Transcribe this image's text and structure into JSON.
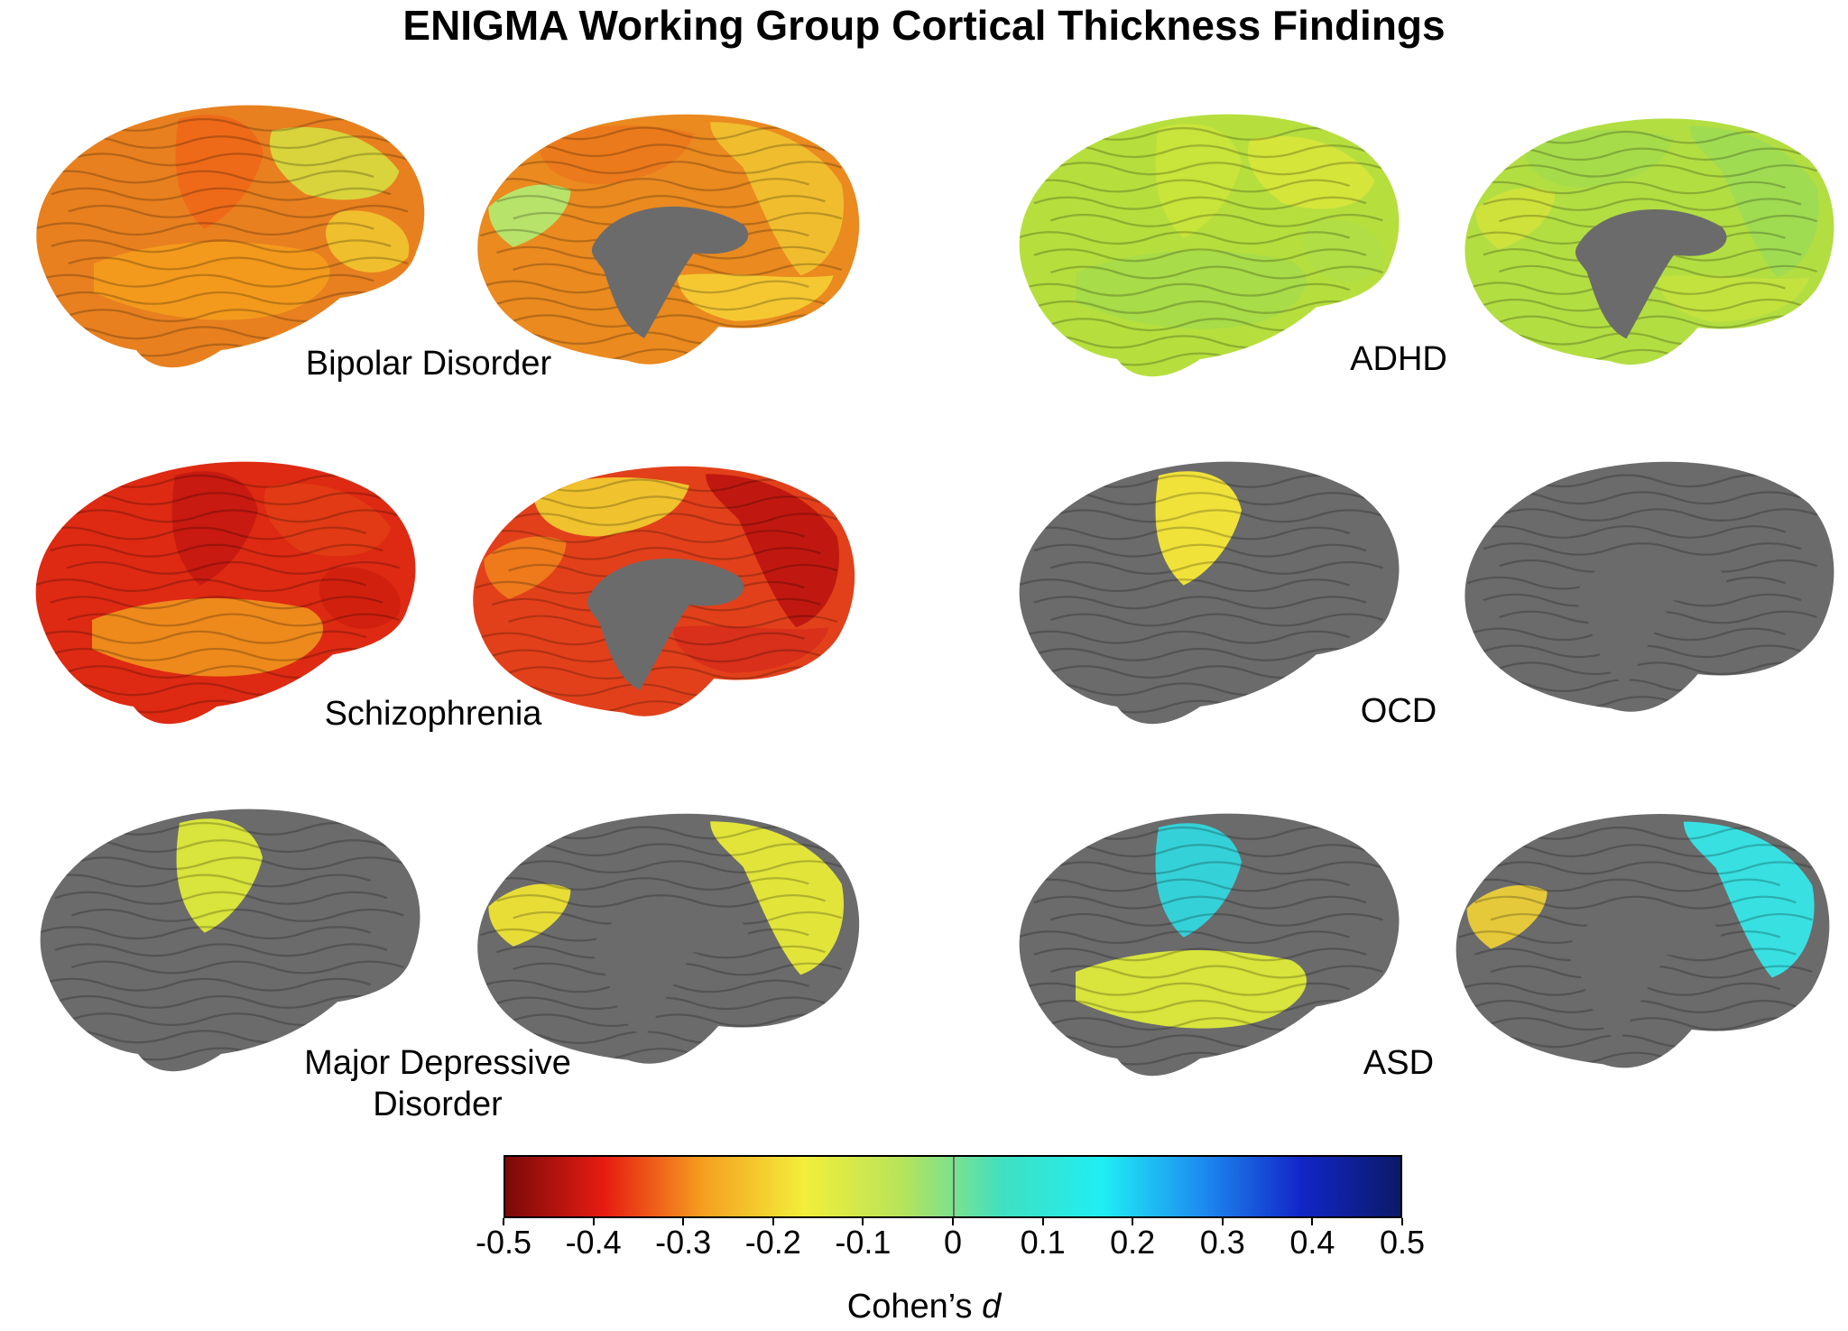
{
  "title": "ENIGMA Working Group Cortical Thickness Findings",
  "panels": [
    {
      "label": "Bipolar Disorder",
      "lateral": {
        "base": "#e8801f",
        "regions": [
          "#ee6a18",
          "#f39a1c",
          "#d9d43b",
          "#f0bf2d"
        ]
      },
      "medial": {
        "base": "#ea8a1f",
        "regions": [
          "#f0bd2e",
          "#b8e36a",
          "#eb7a1c",
          "#f5c832"
        ]
      }
    },
    {
      "label": "ADHD",
      "lateral": {
        "base": "#b6df3e",
        "regions": [
          "#c9e43a",
          "#a8dc48",
          "#d6e53a",
          "#b0de44"
        ]
      },
      "medial": {
        "base": "#b3de42",
        "regions": [
          "#9fdc52",
          "#cfe23b",
          "#a6dc4a",
          "#c4e23e"
        ]
      }
    },
    {
      "label": "Schizophrenia",
      "lateral": {
        "base": "#de2a12",
        "regions": [
          "#c81a10",
          "#ee8a1c",
          "#e13a14",
          "#d2200f"
        ]
      },
      "medial": {
        "base": "#e2401a",
        "regions": [
          "#c01810",
          "#ee7a1c",
          "#f0c22e",
          "#d8301a"
        ]
      }
    },
    {
      "label": "OCD",
      "lateral": {
        "base": "#6b6b6b",
        "regions": [
          "#f1e23a"
        ]
      },
      "medial": {
        "base": "#6b6b6b",
        "regions": []
      }
    },
    {
      "label": "Major Depressive\nDisorder",
      "lateral": {
        "base": "#6b6b6b",
        "regions": [
          "#d9e43c"
        ]
      },
      "medial": {
        "base": "#6b6b6b",
        "regions": [
          "#e2e43a",
          "#e8dd36"
        ]
      }
    },
    {
      "label": "ASD",
      "lateral": {
        "base": "#6b6b6b",
        "regions": [
          "#35d1d8",
          "#d9e43c"
        ]
      },
      "medial": {
        "base": "#6b6b6b",
        "regions": [
          "#38e0e2",
          "#e6c93a"
        ]
      }
    }
  ],
  "colorbar": {
    "min": -0.5,
    "max": 0.5,
    "colors": [
      "#7a0a0a",
      "#e81c12",
      "#f5a020",
      "#f3ee3a",
      "#b7e35a",
      "#3fe0c0",
      "#20eef4",
      "#1d8cf0",
      "#1226c8",
      "#0b1a66"
    ],
    "ticks": [
      -0.5,
      -0.4,
      -0.3,
      -0.2,
      -0.1,
      0,
      0.1,
      0.2,
      0.3,
      0.4,
      0.5
    ],
    "tick_labels": [
      "-0.5",
      "-0.4",
      "-0.3",
      "-0.2",
      "-0.1",
      "0",
      "0.1",
      "0.2",
      "0.3",
      "0.4",
      "0.5"
    ],
    "label_main": "Cohen’s ",
    "label_italic": "d"
  }
}
